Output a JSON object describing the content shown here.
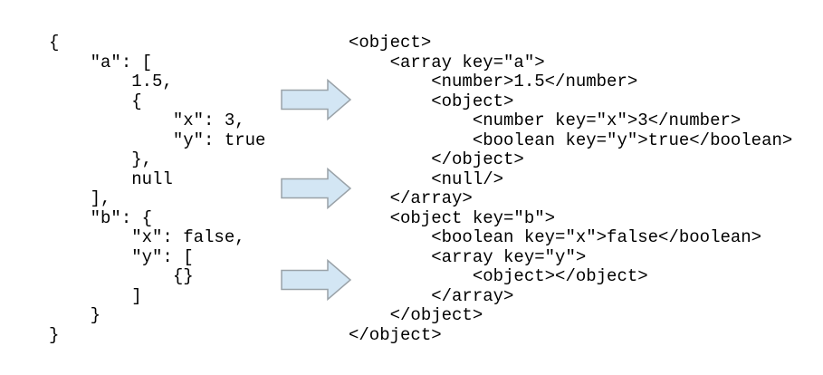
{
  "json_panel": {
    "language": "json",
    "lines": [
      "{",
      "    \"a\": [",
      "        1.5,",
      "        {",
      "            \"x\": 3,",
      "            \"y\": true",
      "        },",
      "        null",
      "    ],",
      "    \"b\": {",
      "        \"x\": false,",
      "        \"y\": [",
      "            {}",
      "        ]",
      "    }",
      "}"
    ]
  },
  "xml_panel": {
    "language": "xml",
    "lines": [
      "<object>",
      "    <array key=\"a\">",
      "        <number>1.5</number>",
      "        <object>",
      "            <number key=\"x\">3</number>",
      "            <boolean key=\"y\">true</boolean>",
      "        </object>",
      "        <null/>",
      "    </array>",
      "    <object key=\"b\">",
      "        <boolean key=\"x\">false</boolean>",
      "        <array key=\"y\">",
      "            <object></object>",
      "        </array>",
      "    </object>",
      "</object>"
    ]
  },
  "arrows": {
    "icon": "right-arrow-icon",
    "count": 3,
    "direction": "right",
    "fill": "#d3e6f4",
    "stroke": "#9aa2a8"
  },
  "colors": {
    "background": "#ffffff",
    "text": "#000000"
  }
}
